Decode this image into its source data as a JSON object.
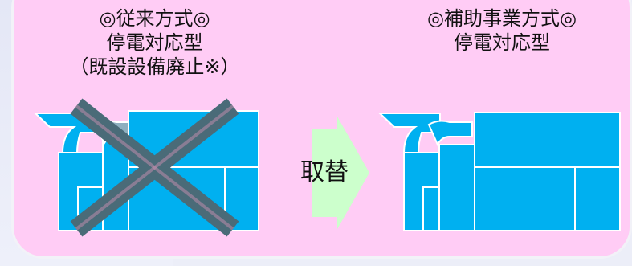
{
  "left_panel": {
    "line1": "◎従来方式◎",
    "line2": "停電対応型",
    "line3": "（既設設備廃止※）"
  },
  "right_panel": {
    "line1": "◎補助事業方式◎",
    "line2": "停電対応型"
  },
  "arrow_label": "取替",
  "colors": {
    "panel_bg": "#ffccf5",
    "equipment_blue": "#00b0f0",
    "cross_gray": "#4a6b78",
    "arrow_green": "#ccffcc"
  },
  "icons": {
    "left_equipment": "old-equipment-icon",
    "cross": "removed-cross-icon",
    "arrow": "replace-arrow-icon",
    "right_equipment": "new-equipment-icon"
  }
}
